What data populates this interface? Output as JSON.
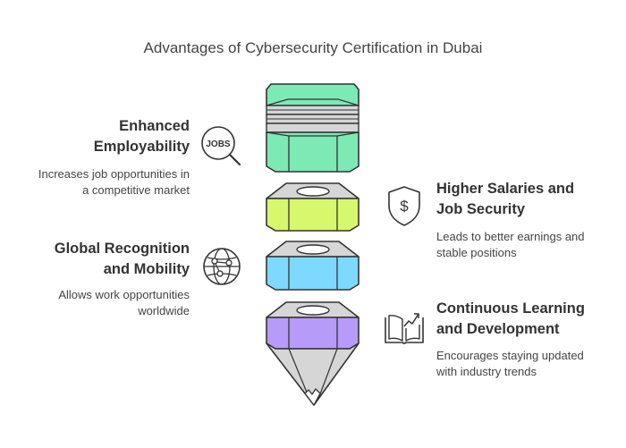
{
  "title": "Advantages of Cybersecurity Certification in Dubai",
  "items": [
    {
      "heading": [
        "Enhanced",
        "Employability"
      ],
      "desc": [
        "Increases job opportunities in",
        "a competitive market"
      ],
      "icon": "jobs-magnifier-icon",
      "icon_text": "JOBS",
      "color": "#7de9b5"
    },
    {
      "heading": [
        "Higher Salaries and",
        "Job Security"
      ],
      "desc": [
        "Leads to better earnings and",
        "stable positions"
      ],
      "icon": "dollar-shield-icon",
      "color": "#d7f76d"
    },
    {
      "heading": [
        "Global Recognition",
        "and Mobility"
      ],
      "desc": [
        "Allows work opportunities",
        "worldwide"
      ],
      "icon": "globe-network-icon",
      "color": "#7dd9ff"
    },
    {
      "heading": [
        "Continuous Learning",
        "and Development"
      ],
      "desc": [
        "Encourages staying updated",
        "with industry trends"
      ],
      "icon": "book-growth-icon",
      "color": "#b69cf8"
    }
  ]
}
